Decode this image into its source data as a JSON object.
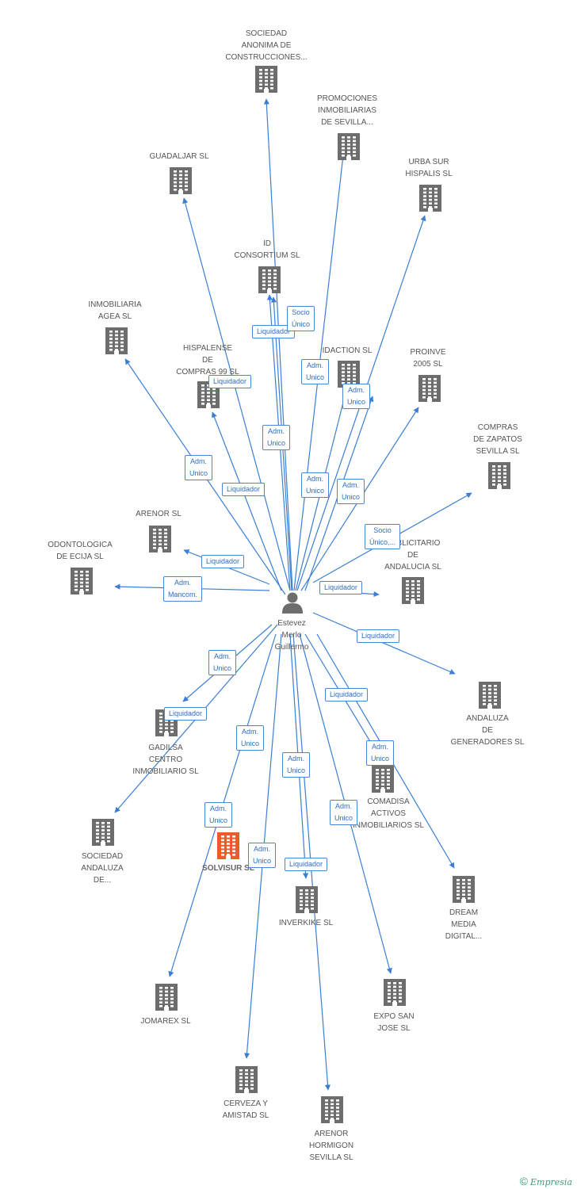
{
  "person": {
    "name": "Estevez\nMerlo\nGuillermo"
  },
  "companies": [
    {
      "id": "c1",
      "label": "SOCIEDAD\nANONIMA DE\nCONSTRUCCIONES..."
    },
    {
      "id": "c2",
      "label": "PROMOCIONES\nINMOBILIARIAS\nDE SEVILLA..."
    },
    {
      "id": "c3",
      "label": "GUADALJAR SL"
    },
    {
      "id": "c4",
      "label": "URBA SUR\nHISPALIS SL"
    },
    {
      "id": "c5",
      "label": "ID\nCONSORTIUM SL"
    },
    {
      "id": "c6",
      "label": "INMOBILIARIA\nAGEA SL"
    },
    {
      "id": "c7",
      "label": "HISPALENSE\nDE\nCOMPRAS 99 SL"
    },
    {
      "id": "c8",
      "label": "IDACTION SL"
    },
    {
      "id": "c9",
      "label": "PROINVE\n2005 SL"
    },
    {
      "id": "c10",
      "label": "COMPRAS\nDE ZAPATOS\nSEVILLA SL"
    },
    {
      "id": "c11",
      "label": "ARENOR SL"
    },
    {
      "id": "c12",
      "label": "ODONTOLOGICA\nDE ECIJA SL"
    },
    {
      "id": "c13",
      "label": "PUBLICITARIO\nDE\nANDALUCIA SL"
    },
    {
      "id": "c14",
      "label": "ANDALUZA\nDE\nGENERADORES SL"
    },
    {
      "id": "c15",
      "label": "GADILSA\nCENTRO\nINMOBILIARIO SL"
    },
    {
      "id": "c16",
      "label": "COMADISA\nACTIVOS\nINMOBILIARIOS SL"
    },
    {
      "id": "c17",
      "label": "SOCIEDAD\nANDALUZA\nDE..."
    },
    {
      "id": "c18",
      "label": "SOLVISUR SL"
    },
    {
      "id": "c19",
      "label": "DREAM\nMEDIA\nDIGITAL..."
    },
    {
      "id": "c20",
      "label": "INVERKIKE SL"
    },
    {
      "id": "c21",
      "label": "JOMAREX SL"
    },
    {
      "id": "c22",
      "label": "EXPO SAN\nJOSE SL"
    },
    {
      "id": "c23",
      "label": "CERVEZA Y\nAMISTAD SL"
    },
    {
      "id": "c24",
      "label": "ARENOR\nHORMIGON\nSEVILLA SL"
    }
  ],
  "relations": [
    "Liquidador",
    "Socio\nÚnico",
    "Adm.\nUnico",
    "Liquidador",
    "Adm.\nUnico",
    "Adm.\nUnico",
    "Adm.\nUnico",
    "Adm.\nUnico",
    "Liquidador",
    "Adm.\nUnico",
    "Socio\nÚnico,...",
    "Liquidador",
    "Adm.\nMancom.",
    "Liquidador",
    "Liquidador",
    "Liquidador",
    "Adm.\nUnico",
    "Liquidador",
    "Adm.\nUnico",
    "Adm.\nUnico",
    "Adm.\nUnico",
    "Adm.\nUnico",
    "Adm.\nUnico",
    "Adm.\nUnico",
    "Liquidador"
  ],
  "colors": {
    "edge": "#3a7fd5",
    "building": "#6d6d6d",
    "highlight": "#f05a28",
    "person": "#6d6d6d"
  },
  "brand": {
    "copyright": "©",
    "name": "Empresia"
  }
}
